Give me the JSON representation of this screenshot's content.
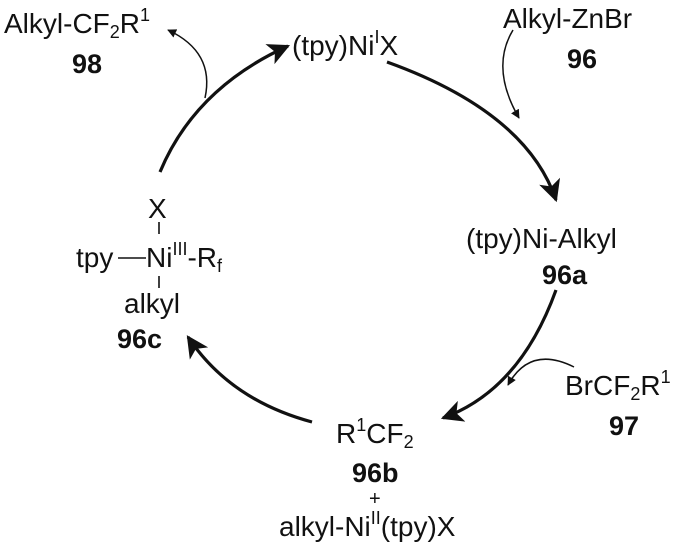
{
  "scheme": {
    "ni1": {
      "main": "(tpy)Ni",
      "sup": "I",
      "tail": "X"
    },
    "zn": {
      "label": "Alkyl-ZnBr",
      "num": "96"
    },
    "niAlkyl": {
      "label": "(tpy)Ni-Alkyl",
      "num": "96a"
    },
    "br": {
      "a": "BrCF",
      "s1": "2",
      "b": "R",
      "s2": "1",
      "num": "97"
    },
    "radical": {
      "a": "R",
      "sup": "1",
      "b": "CF",
      "sub": "2",
      "num": "96b",
      "plus": "+"
    },
    "ni2": {
      "a": "alkyl-Ni",
      "sup": "II",
      "b": "(tpy)X"
    },
    "ni3": {
      "x": "X",
      "tpy": "tpy",
      "ni": "Ni",
      "sup": "III",
      "rf": "-R",
      "rfsub": "f",
      "alkyl": "alkyl",
      "num": "96c"
    },
    "product": {
      "a": "Alkyl-CF",
      "s1": "2",
      "b": "R",
      "s2": "1",
      "num": "98"
    }
  }
}
